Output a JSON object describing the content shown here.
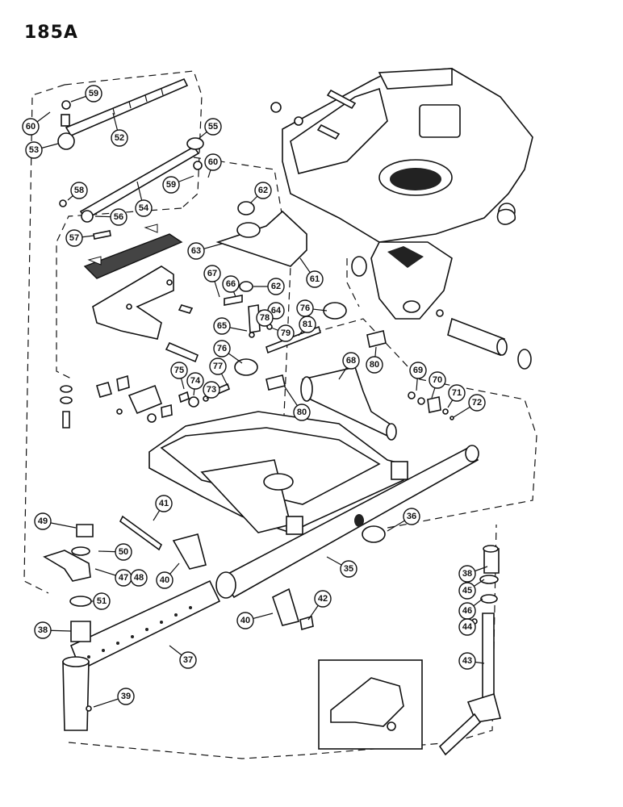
{
  "page": {
    "title": "185A"
  },
  "callouts": [
    {
      "id": "c59a",
      "label": "59"
    },
    {
      "id": "c60a",
      "label": "60"
    },
    {
      "id": "c53",
      "label": "53"
    },
    {
      "id": "c52",
      "label": "52"
    },
    {
      "id": "c55",
      "label": "55"
    },
    {
      "id": "c60b",
      "label": "60"
    },
    {
      "id": "c59b",
      "label": "59"
    },
    {
      "id": "c58",
      "label": "58"
    },
    {
      "id": "c54",
      "label": "54"
    },
    {
      "id": "c56",
      "label": "56"
    },
    {
      "id": "c57",
      "label": "57"
    },
    {
      "id": "c62a",
      "label": "62"
    },
    {
      "id": "c63",
      "label": "63"
    },
    {
      "id": "c61",
      "label": "61"
    },
    {
      "id": "c67",
      "label": "67"
    },
    {
      "id": "c66",
      "label": "66"
    },
    {
      "id": "c62b",
      "label": "62"
    },
    {
      "id": "c64",
      "label": "64"
    },
    {
      "id": "c76a",
      "label": "76"
    },
    {
      "id": "c65",
      "label": "65"
    },
    {
      "id": "c78",
      "label": "78"
    },
    {
      "id": "c79",
      "label": "79"
    },
    {
      "id": "c81",
      "label": "81"
    },
    {
      "id": "c76b",
      "label": "76"
    },
    {
      "id": "c80a",
      "label": "80"
    },
    {
      "id": "c68",
      "label": "68"
    },
    {
      "id": "c69",
      "label": "69"
    },
    {
      "id": "c70",
      "label": "70"
    },
    {
      "id": "c71",
      "label": "71"
    },
    {
      "id": "c72",
      "label": "72"
    },
    {
      "id": "c75",
      "label": "75"
    },
    {
      "id": "c74",
      "label": "74"
    },
    {
      "id": "c77",
      "label": "77"
    },
    {
      "id": "c73",
      "label": "73"
    },
    {
      "id": "c80b",
      "label": "80"
    },
    {
      "id": "c36",
      "label": "36"
    },
    {
      "id": "c41",
      "label": "41"
    },
    {
      "id": "c49",
      "label": "49"
    },
    {
      "id": "c50",
      "label": "50"
    },
    {
      "id": "c47",
      "label": "47"
    },
    {
      "id": "c48",
      "label": "48"
    },
    {
      "id": "c40a",
      "label": "40"
    },
    {
      "id": "c35",
      "label": "35"
    },
    {
      "id": "c51",
      "label": "51"
    },
    {
      "id": "c38a",
      "label": "38"
    },
    {
      "id": "c40b",
      "label": "40"
    },
    {
      "id": "c42",
      "label": "42"
    },
    {
      "id": "c37",
      "label": "37"
    },
    {
      "id": "c39",
      "label": "39"
    },
    {
      "id": "c38b",
      "label": "38"
    },
    {
      "id": "c45",
      "label": "45"
    },
    {
      "id": "c46",
      "label": "46"
    },
    {
      "id": "c44",
      "label": "44"
    },
    {
      "id": "c43",
      "label": "43"
    }
  ]
}
